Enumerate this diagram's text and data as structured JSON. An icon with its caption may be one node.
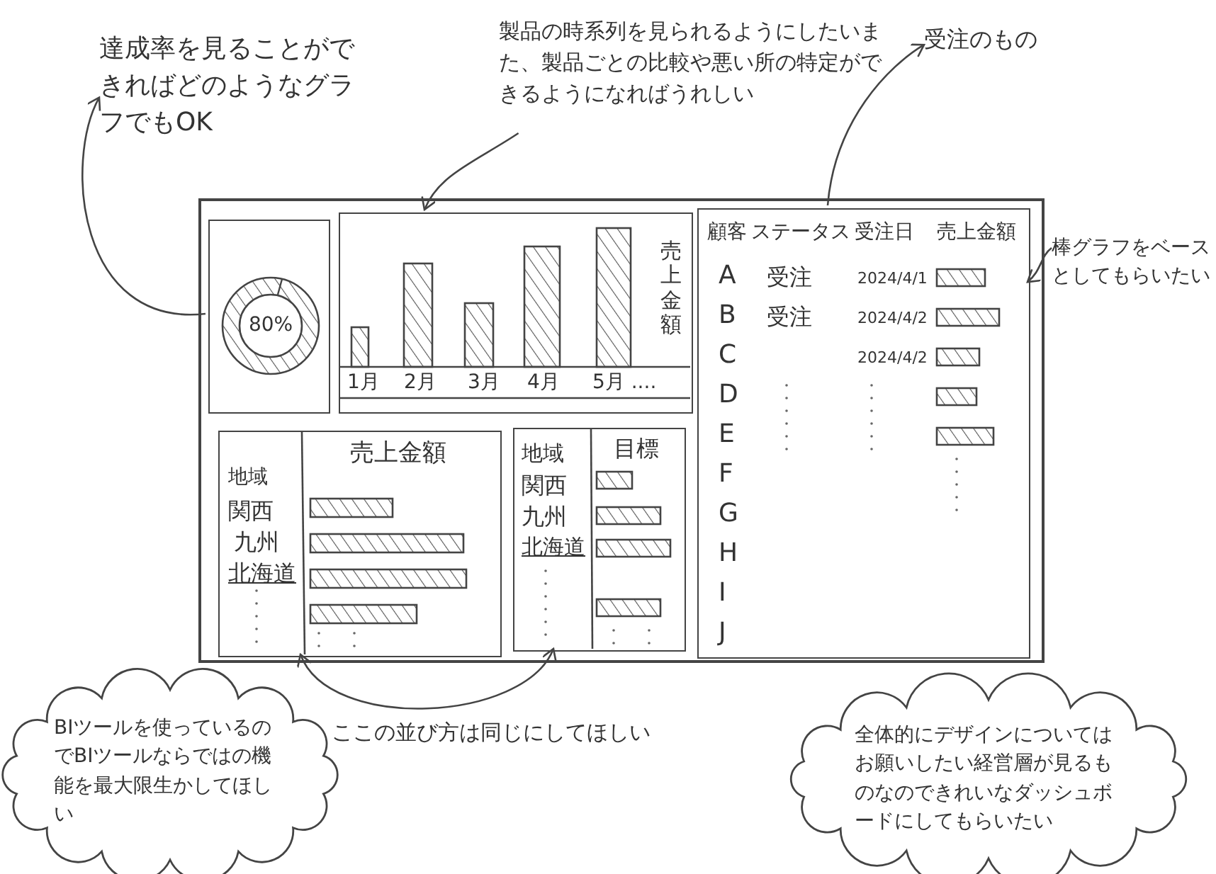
{
  "diagram": {
    "nodes": [
      {
        "text": [],
        "shape": "box"
      },
      {
        "text": [
          "80%"
        ],
        "in": 0
      },
      {
        "text": [
          "1月",
          "2月",
          "3月",
          "4月",
          "5月 ....",
          "売上金額"
        ],
        "in": 0
      },
      {
        "text": [
          "地域",
          "関西",
          "九州",
          "北海道",
          "売上金額"
        ],
        "in": 0
      },
      {
        "text": [
          "地域",
          "関西",
          "九州",
          "北海道",
          "目標"
        ],
        "in": 0
      },
      {
        "text": [
          "顧客",
          "ステータス",
          "受注日",
          "売上金額",
          "A",
          "受注",
          "2024/4/1",
          "B",
          "受注",
          "2024/4/2",
          "C",
          "2024/4/2",
          "D",
          "E",
          "F",
          "G",
          "H",
          "I",
          "J"
        ],
        "in": 0
      },
      {
        "text": [
          "達成率を見ることができればどのようなグラフでもOK"
        ]
      },
      {
        "text": [
          "製品の時系列を見られるようにしたいまた、製品ごとの比較や悪い所の特定ができるようになればうれしい"
        ]
      },
      {
        "text": [
          "受注のもの"
        ]
      },
      {
        "text": [
          "棒グラフをベースとしてもらいたい"
        ]
      },
      {
        "text": [
          "BIツールを使っているのでBIツールならではの機能を最大限生かしてほしい"
        ]
      },
      {
        "text": [
          "全体的にデザインについてはお願いしたい経営層が見るものなのできれいなダッシュボードにしてもらいたい"
        ]
      }
    ],
    "edges": [
      {
        "from": 1,
        "to": 6,
        "arrow": "to"
      },
      {
        "from": 7,
        "to": 2,
        "arrow": "to"
      },
      {
        "from": 5,
        "to": 8,
        "arrow": "to"
      },
      {
        "from": 9,
        "to": 5,
        "arrow": "to"
      },
      {
        "from": 3,
        "to": 4,
        "arrow": "both",
        "label": "ここの並び方は同じにしてほしい"
      }
    ]
  }
}
